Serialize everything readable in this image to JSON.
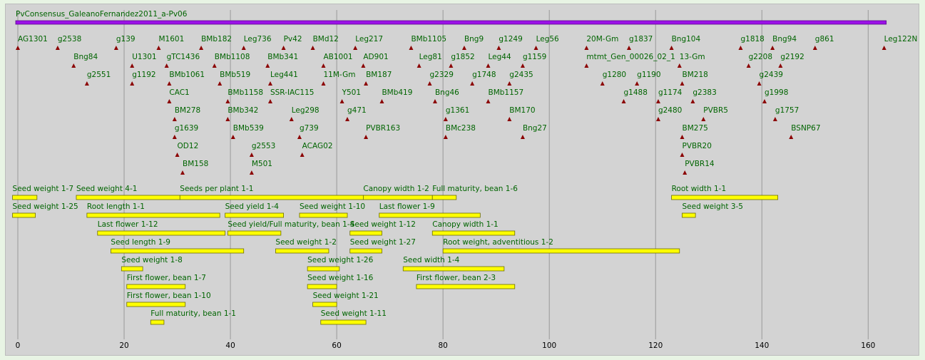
{
  "map_title": "PvConsensus_GaleanoFernandez2011_a-Pv06",
  "colors": {
    "background": "#d3d3d3",
    "chromosome_bar": "#9b11e8",
    "marker_label": "#006400",
    "marker_triangle": "#8b0000",
    "qtl_fill": "#ffff00",
    "gridline": "#999999"
  },
  "axis": {
    "ticks": [
      0,
      20,
      40,
      60,
      80,
      100,
      120,
      140,
      160
    ],
    "max": 163
  },
  "markers": [
    {
      "name": "AG1301",
      "pos": 0,
      "row": 0
    },
    {
      "name": "g2538",
      "pos": 7.5,
      "row": 0
    },
    {
      "name": "g139",
      "pos": 18.5,
      "row": 0
    },
    {
      "name": "M1601",
      "pos": 26.5,
      "row": 0
    },
    {
      "name": "BMb182",
      "pos": 34.5,
      "row": 0
    },
    {
      "name": "Leg736",
      "pos": 42.5,
      "row": 0
    },
    {
      "name": "Pv42",
      "pos": 50,
      "row": 0
    },
    {
      "name": "BMd12",
      "pos": 55.5,
      "row": 0
    },
    {
      "name": "Leg217",
      "pos": 63.5,
      "row": 0
    },
    {
      "name": "BMb1105",
      "pos": 74,
      "row": 0
    },
    {
      "name": "Bng9",
      "pos": 84,
      "row": 0
    },
    {
      "name": "g1249",
      "pos": 90.5,
      "row": 0
    },
    {
      "name": "Leg56",
      "pos": 97.5,
      "row": 0
    },
    {
      "name": "20M-Gm",
      "pos": 107,
      "row": 0
    },
    {
      "name": "g1837",
      "pos": 115,
      "row": 0
    },
    {
      "name": "Bng104",
      "pos": 123,
      "row": 0
    },
    {
      "name": "g1818",
      "pos": 136,
      "row": 0
    },
    {
      "name": "Bng94",
      "pos": 142,
      "row": 0
    },
    {
      "name": "g861",
      "pos": 150,
      "row": 0
    },
    {
      "name": "Leg122N",
      "pos": 163,
      "row": 0
    },
    {
      "name": "Bng84",
      "pos": 10.5,
      "row": 1
    },
    {
      "name": "U1301",
      "pos": 21.5,
      "row": 1
    },
    {
      "name": "gTC1436",
      "pos": 28,
      "row": 1
    },
    {
      "name": "BMb1108",
      "pos": 37,
      "row": 1
    },
    {
      "name": "BMb341",
      "pos": 47,
      "row": 1
    },
    {
      "name": "AB1001",
      "pos": 57.5,
      "row": 1
    },
    {
      "name": "AD901",
      "pos": 65,
      "row": 1
    },
    {
      "name": "Leg81",
      "pos": 75.5,
      "row": 1
    },
    {
      "name": "g1852",
      "pos": 81.5,
      "row": 1
    },
    {
      "name": "Leg44",
      "pos": 88.5,
      "row": 1
    },
    {
      "name": "g1159",
      "pos": 95,
      "row": 1
    },
    {
      "name": "mtmt_Gen_00026_02_1",
      "pos": 107,
      "row": 1
    },
    {
      "name": "13-Gm",
      "pos": 124.5,
      "row": 1
    },
    {
      "name": "g2208",
      "pos": 137.5,
      "row": 1
    },
    {
      "name": "g2192",
      "pos": 143.5,
      "row": 1
    },
    {
      "name": "g2551",
      "pos": 13,
      "row": 2
    },
    {
      "name": "g1192",
      "pos": 21.5,
      "row": 2
    },
    {
      "name": "BMb1061",
      "pos": 28.5,
      "row": 2
    },
    {
      "name": "BMb519",
      "pos": 38,
      "row": 2
    },
    {
      "name": "Leg441",
      "pos": 47.5,
      "row": 2
    },
    {
      "name": "11M-Gm",
      "pos": 57.5,
      "row": 2
    },
    {
      "name": "BM187",
      "pos": 65.5,
      "row": 2
    },
    {
      "name": "g2329",
      "pos": 77.5,
      "row": 2
    },
    {
      "name": "g1748",
      "pos": 85.5,
      "row": 2
    },
    {
      "name": "g2435",
      "pos": 92.5,
      "row": 2
    },
    {
      "name": "g1280",
      "pos": 110,
      "row": 2
    },
    {
      "name": "g1190",
      "pos": 116.5,
      "row": 2
    },
    {
      "name": "BM218",
      "pos": 125,
      "row": 2
    },
    {
      "name": "g2439",
      "pos": 139.5,
      "row": 2
    },
    {
      "name": "CAC1",
      "pos": 28.5,
      "row": 3
    },
    {
      "name": "BMb1158",
      "pos": 39.5,
      "row": 3
    },
    {
      "name": "SSR-IAC115",
      "pos": 47.5,
      "row": 3
    },
    {
      "name": "Y501",
      "pos": 61,
      "row": 3
    },
    {
      "name": "BMb419",
      "pos": 68.5,
      "row": 3
    },
    {
      "name": "Bng46",
      "pos": 78.5,
      "row": 3
    },
    {
      "name": "BMb1157",
      "pos": 88.5,
      "row": 3
    },
    {
      "name": "g1488",
      "pos": 114,
      "row": 3
    },
    {
      "name": "g1174",
      "pos": 120.5,
      "row": 3
    },
    {
      "name": "g2383",
      "pos": 127,
      "row": 3
    },
    {
      "name": "g1998",
      "pos": 140.5,
      "row": 3
    },
    {
      "name": "BM278",
      "pos": 29.5,
      "row": 4
    },
    {
      "name": "BMb342",
      "pos": 39.5,
      "row": 4
    },
    {
      "name": "Leg298",
      "pos": 51.5,
      "row": 4
    },
    {
      "name": "g471",
      "pos": 62,
      "row": 4
    },
    {
      "name": "g1361",
      "pos": 80.5,
      "row": 4
    },
    {
      "name": "BM170",
      "pos": 92.5,
      "row": 4
    },
    {
      "name": "g2480",
      "pos": 120.5,
      "row": 4
    },
    {
      "name": "PVBR5",
      "pos": 129,
      "row": 4
    },
    {
      "name": "g1757",
      "pos": 142.5,
      "row": 4
    },
    {
      "name": "g1639",
      "pos": 29.5,
      "row": 5
    },
    {
      "name": "BMb539",
      "pos": 40.5,
      "row": 5
    },
    {
      "name": "g739",
      "pos": 53,
      "row": 5
    },
    {
      "name": "PVBR163",
      "pos": 65.5,
      "row": 5
    },
    {
      "name": "BMc238",
      "pos": 80.5,
      "row": 5
    },
    {
      "name": "Bng27",
      "pos": 95,
      "row": 5
    },
    {
      "name": "BM275",
      "pos": 125,
      "row": 5
    },
    {
      "name": "BSNP67",
      "pos": 145.5,
      "row": 5
    },
    {
      "name": "OD12",
      "pos": 30,
      "row": 6
    },
    {
      "name": "g2553",
      "pos": 44,
      "row": 6
    },
    {
      "name": "ACAG02",
      "pos": 53.5,
      "row": 6
    },
    {
      "name": "PVBR20",
      "pos": 125,
      "row": 6
    },
    {
      "name": "BM158",
      "pos": 31,
      "row": 7
    },
    {
      "name": "M501",
      "pos": 44,
      "row": 7
    },
    {
      "name": "PVBR14",
      "pos": 125.5,
      "row": 7
    }
  ],
  "qtls": [
    {
      "name": "Seed weight 1-7",
      "start": -1,
      "end": 3.6,
      "row": 0
    },
    {
      "name": "Seed weight 4-1",
      "start": 11,
      "end": 30.5,
      "row": 0
    },
    {
      "name": "Seeds per plant 1-1",
      "start": 30.5,
      "end": 65,
      "row": 0
    },
    {
      "name": "Canopy width 1-2",
      "start": 65,
      "end": 78,
      "row": 0
    },
    {
      "name": "Full maturity, bean 1-6",
      "start": 78,
      "end": 82.5,
      "row": 0
    },
    {
      "name": "Root width 1-1",
      "start": 123,
      "end": 143,
      "row": 0
    },
    {
      "name": "Seed weight 1-25",
      "start": -1,
      "end": 3.3,
      "row": 1
    },
    {
      "name": "Root length 1-1",
      "start": 13,
      "end": 38,
      "row": 1
    },
    {
      "name": "Seed yield 1-4",
      "start": 39,
      "end": 50,
      "row": 1
    },
    {
      "name": "Seed weight 1-10",
      "start": 53,
      "end": 62,
      "row": 1
    },
    {
      "name": "Last flower 1-9",
      "start": 68,
      "end": 87,
      "row": 1
    },
    {
      "name": "Seed weight 3-5",
      "start": 125,
      "end": 127.5,
      "row": 1
    },
    {
      "name": "Last flower 1-12",
      "start": 15,
      "end": 39,
      "row": 2
    },
    {
      "name": "Seed yield/Full maturity, bean 1-4",
      "start": 39.5,
      "end": 49.5,
      "row": 2
    },
    {
      "name": "Seed weight 1-12",
      "start": 62.5,
      "end": 68.5,
      "row": 2
    },
    {
      "name": "Canopy width 1-1",
      "start": 78,
      "end": 93.5,
      "row": 2
    },
    {
      "name": "Seed length 1-9",
      "start": 17.5,
      "end": 42.5,
      "row": 3
    },
    {
      "name": "Seed weight 1-2",
      "start": 48.5,
      "end": 58.5,
      "row": 3
    },
    {
      "name": "Seed weight 1-27",
      "start": 62.5,
      "end": 68.5,
      "row": 3
    },
    {
      "name": "Root weight, adventitious 1-2",
      "start": 80,
      "end": 124.5,
      "row": 3
    },
    {
      "name": "Seed weight 1-8",
      "start": 19.5,
      "end": 23.5,
      "row": 4
    },
    {
      "name": "Seed weight 1-26",
      "start": 54.5,
      "end": 60.5,
      "row": 4
    },
    {
      "name": "Seed width 1-4",
      "start": 72.5,
      "end": 91.5,
      "row": 4
    },
    {
      "name": "First flower, bean 1-7",
      "start": 20.5,
      "end": 31.5,
      "row": 5
    },
    {
      "name": "Seed weight 1-16",
      "start": 54.5,
      "end": 60,
      "row": 5
    },
    {
      "name": "First flower, bean 2-3",
      "start": 75,
      "end": 93.5,
      "row": 5
    },
    {
      "name": "First flower, bean 1-10",
      "start": 20.5,
      "end": 31.5,
      "row": 6
    },
    {
      "name": "Seed weight 1-21",
      "start": 55.5,
      "end": 60,
      "row": 6
    },
    {
      "name": "Full maturity, bean 1-1",
      "start": 25,
      "end": 27.5,
      "row": 7
    },
    {
      "name": "Seed weight 1-11",
      "start": 57,
      "end": 65.5,
      "row": 7
    }
  ]
}
